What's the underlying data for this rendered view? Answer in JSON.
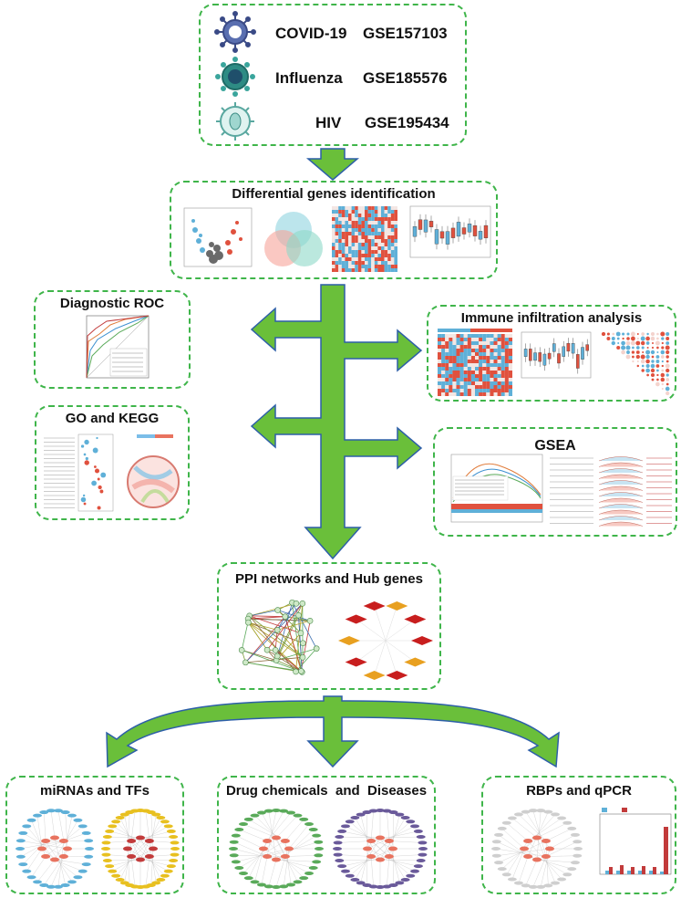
{
  "datasets": [
    {
      "disease": "COVID-19",
      "accession": "GSE157103",
      "virus_icon": "coronavirus-icon"
    },
    {
      "disease": "Influenza",
      "accession": "GSE185576",
      "virus_icon": "influenza-virus-icon"
    },
    {
      "disease": "HIV",
      "accession": "GSE195434",
      "virus_icon": "hiv-virus-icon"
    }
  ],
  "steps": {
    "differential": "Differential genes identification",
    "roc": "Diagnostic ROC",
    "immune": "Immune infiltration analysis",
    "go_kegg": "GO and KEGG",
    "gsea": "GSEA",
    "ppi": "PPI networks and Hub genes",
    "mirna_tf": "miRNAs and TFs",
    "drug": "Drug chemicals  and  Diseases",
    "rbp": "RBPs and qPCR"
  },
  "colors": {
    "border": "#3fb54a",
    "arrow_fill": "#6abf3a",
    "arrow_stroke": "#2d5fa8"
  }
}
